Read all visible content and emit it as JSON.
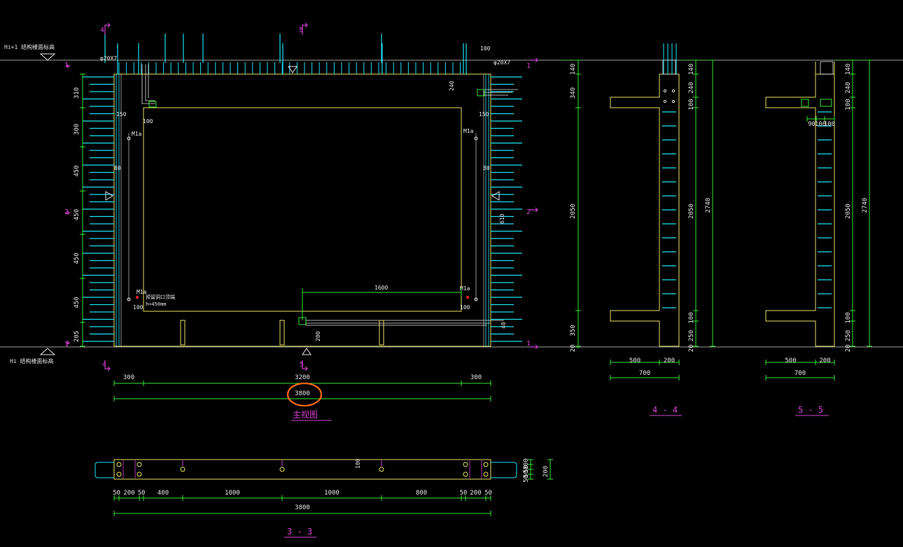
{
  "colors": {
    "background": "#000000",
    "outline": "#e8e060",
    "rebar": "#19e0ef",
    "dimension": "#2ee62e",
    "text": "#e6e6e6",
    "section_marker": "#d040d0",
    "highlight_circle": "#ff6a10",
    "red_marker": "#ff2020"
  },
  "levels": {
    "top": "Hi+1  结构楼面标高",
    "bottom": "Hi  结构楼面标高"
  },
  "views": {
    "main": {
      "title": "主视图",
      "labels": {
        "bar_left": "φ20X7",
        "bar_right": "φ20X7",
        "m_tl": "M1a",
        "m_tr": "M1a",
        "m_bl": "M1a",
        "m_br": "M1a",
        "note_bl_1": "预留洞口顶端",
        "note_bl_2": "h=450mm",
        "d_top_100": "100",
        "d_240": "240",
        "d_150_l": "150",
        "d_150_r": "150",
        "d_100_l": "100",
        "d_80_l": "80",
        "d_80_r": "80",
        "d_610": "610",
        "d_1600": "1600",
        "d_100_bl": "100",
        "d_100_br": "100",
        "d_200": "200",
        "d_40": "40"
      },
      "left_dims": [
        "310",
        "300",
        "450",
        "450",
        "450",
        "450",
        "205"
      ],
      "bottom_dims": [
        "300",
        "3200",
        "300"
      ],
      "total": "3800",
      "section_marks": {
        "a": "4",
        "b": "5",
        "c": "2",
        "d": "1"
      }
    },
    "s44": {
      "title": "4 - 4",
      "right_inner": [
        "140",
        "240",
        "100",
        "2050",
        "100",
        "250",
        "20"
      ],
      "left_dims": [
        "140",
        "340",
        "2050",
        "350",
        "20"
      ],
      "total_v": "2740",
      "bottom_dims": [
        "500",
        "200"
      ],
      "total_h": "700"
    },
    "s55": {
      "title": "5 - 5",
      "right_inner": [
        "140",
        "240",
        "100",
        "2050",
        "100",
        "250",
        "20"
      ],
      "total_v": "2740",
      "top_sub": [
        "90",
        "100",
        "100"
      ],
      "bottom_dims": [
        "500",
        "200"
      ],
      "total_h": "700"
    },
    "s33": {
      "title": "3 - 3",
      "dims": [
        "50",
        "200",
        "50",
        "400",
        "1000",
        "1000",
        "800",
        "50",
        "200",
        "50"
      ],
      "total": "3800",
      "right_dims": [
        "100",
        "50",
        "50",
        "200"
      ],
      "mark_100": "100"
    }
  }
}
